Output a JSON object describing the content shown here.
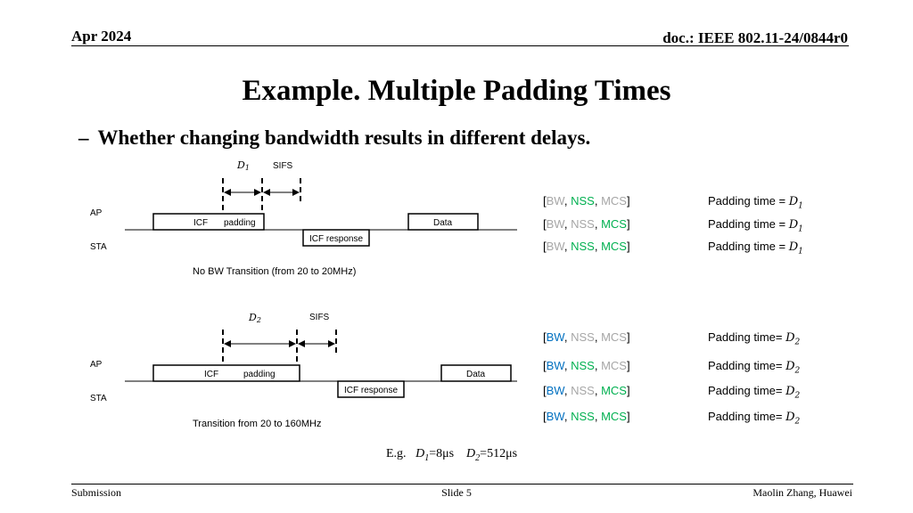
{
  "header": {
    "date": "Apr 2024",
    "doc": "doc.: IEEE 802.11-24/0844r0"
  },
  "title": "Example. Multiple Padding Times",
  "bullet": {
    "dash": "–",
    "text": "Whether changing bandwidth results in different delays."
  },
  "diagram1": {
    "d_label": "D1",
    "sifs": "SIFS",
    "ap": "AP",
    "sta": "STA",
    "icf": "ICF",
    "padding": "padding",
    "data": "Data",
    "icf_response": "ICF response",
    "caption": "No BW Transition (from 20 to 20MHz)"
  },
  "diagram2": {
    "d_label": "D2",
    "sifs": "SIFS",
    "ap": "AP",
    "sta": "STA",
    "icf": "ICF",
    "padding": "padding",
    "data": "Data",
    "icf_response": "ICF response",
    "caption": "Transition from 20 to 160MHz"
  },
  "params": {
    "bw": "BW",
    "nss": "NSS",
    "mcs": "MCS",
    "rows": [
      {
        "bw": "light",
        "nss": "green",
        "mcs": "light",
        "padding": "Padding time = ",
        "d": "D1"
      },
      {
        "bw": "light",
        "nss": "light",
        "mcs": "green",
        "padding": "Padding time = ",
        "d": "D1"
      },
      {
        "bw": "light",
        "nss": "green",
        "mcs": "green",
        "padding": "Padding time = ",
        "d": "D1"
      },
      {
        "bw": "blue",
        "nss": "light",
        "mcs": "light",
        "padding": "Padding time= ",
        "d": "D2"
      },
      {
        "bw": "blue",
        "nss": "green",
        "mcs": "light",
        "padding": "Padding time= ",
        "d": "D2"
      },
      {
        "bw": "blue",
        "nss": "light",
        "mcs": "green",
        "padding": "Padding time= ",
        "d": "D2"
      },
      {
        "bw": "blue",
        "nss": "green",
        "mcs": "green",
        "padding": "Padding time= ",
        "d": "D2"
      }
    ]
  },
  "example": {
    "prefix": "E.g.",
    "d1": "D1",
    "d1_val": "=8μs",
    "d2": "D2",
    "d2_val": "=512μs"
  },
  "footer": {
    "left": "Submission",
    "center": "Slide 5",
    "right": "Maolin Zhang, Huawei"
  },
  "colors": {
    "green": "#00b050",
    "light": "#a6a6a6",
    "blue": "#0070c0"
  }
}
